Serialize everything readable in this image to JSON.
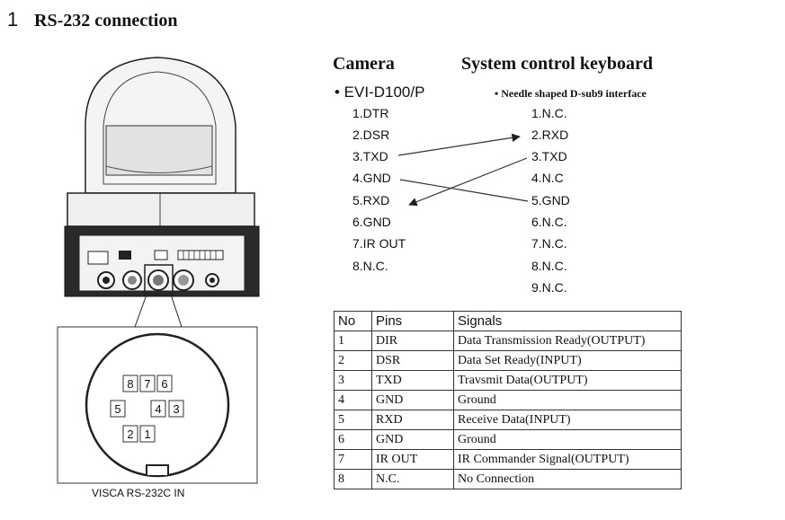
{
  "heading": {
    "number": "1",
    "title": "RS-232 connection"
  },
  "columns": {
    "camera": "Camera",
    "keyboard": "System control keyboard"
  },
  "camera_model": "• EVI-D100/P",
  "keyboard_interface": "• Needle shaped D-sub9 interface",
  "camera_pins": [
    "1.DTR",
    "2.DSR",
    "3.TXD",
    "4.GND",
    "5.RXD",
    "6.GND",
    "7.IR OUT",
    "8.N.C."
  ],
  "keyboard_pins": [
    "1.N.C.",
    "2.RXD",
    "3.TXD",
    "4.N.C",
    "5.GND",
    "6.N.C.",
    "7.N.C.",
    "8.N.C.",
    "9.N.C."
  ],
  "connector_pins": {
    "p1": "1",
    "p2": "2",
    "p3": "3",
    "p4": "4",
    "p5": "5",
    "p6": "6",
    "p7": "7",
    "p8": "8"
  },
  "connector_caption": "VISCA RS-232C IN",
  "table": {
    "headers": [
      "No",
      "Pins",
      "Signals"
    ],
    "rows": [
      [
        "1",
        "DIR",
        "Data Transmission Ready(OUTPUT)"
      ],
      [
        "2",
        "DSR",
        "Data Set Ready(INPUT)"
      ],
      [
        "3",
        "TXD",
        "Travsmit Data(OUTPUT)"
      ],
      [
        "4",
        "GND",
        "Ground"
      ],
      [
        "5",
        "RXD",
        "Receive Data(INPUT)"
      ],
      [
        "6",
        "GND",
        "Ground"
      ],
      [
        "7",
        "IR OUT",
        "IR Commander Signal(OUTPUT)"
      ],
      [
        "8",
        "N.C.",
        "No Connection"
      ]
    ]
  }
}
